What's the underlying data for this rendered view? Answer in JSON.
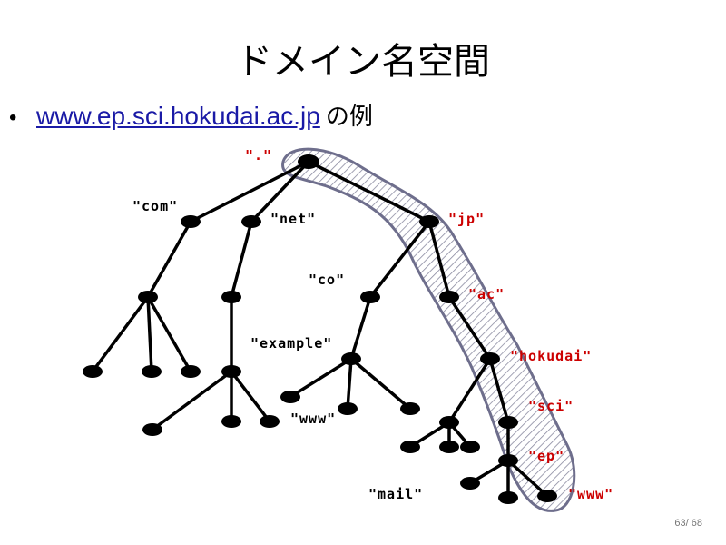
{
  "slide": {
    "title": "ドメイン名空間",
    "bullet_link": "www.ep.sci.hokudai.ac.jp",
    "bullet_suffix": "の例",
    "page_current": "63",
    "page_sep": "/ ",
    "page_total": "68"
  },
  "diagram": {
    "label_color": "#000000",
    "highlight_color": "#cc0000",
    "labels": {
      "root": "\".\"",
      "com": "\"com\"",
      "net": "\"net\"",
      "jp": "\"jp\"",
      "co": "\"co\"",
      "ac": "\"ac\"",
      "example": "\"example\"",
      "hokudai": "\"hokudai\"",
      "www1": "\"www\"",
      "sci": "\"sci\"",
      "ep": "\"ep\"",
      "mail": "\"mail\"",
      "www2": "\"www\""
    }
  }
}
